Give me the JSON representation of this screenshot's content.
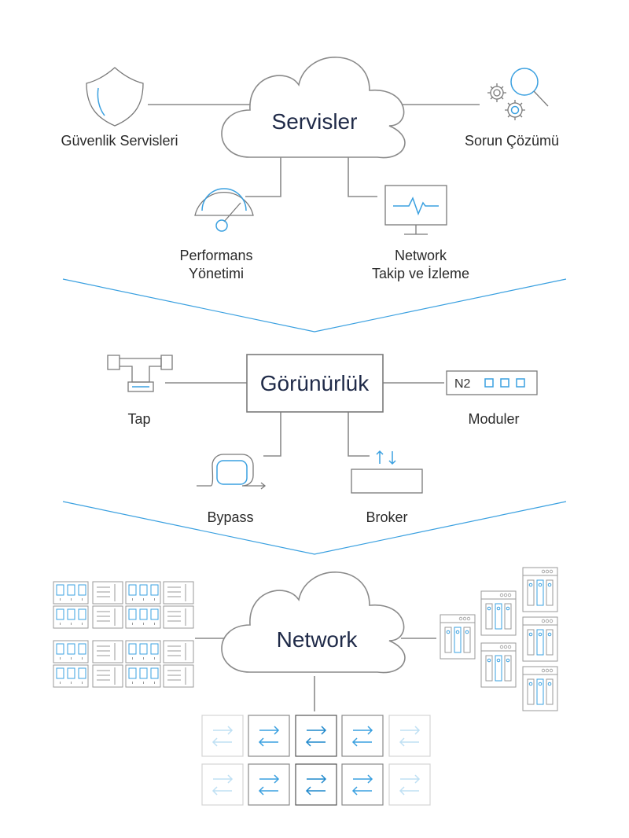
{
  "services": {
    "title": "Servisler",
    "security": "Güvenlik Servisleri",
    "troubleshooting": "Sorun Çözümü",
    "performance_line1": "Performans",
    "performance_line2": "Yönetimi",
    "monitoring_line1": "Network",
    "monitoring_line2": "Takip ve İzleme"
  },
  "visibility": {
    "title": "Görünürlük",
    "tap": "Tap",
    "modular": "Moduler",
    "modular_badge": "N2",
    "bypass": "Bypass",
    "broker": "Broker"
  },
  "network": {
    "title": "Network"
  },
  "colors": {
    "accent": "#3aa0e0",
    "title_text": "#1f2a48",
    "line": "#8a8a8a"
  }
}
